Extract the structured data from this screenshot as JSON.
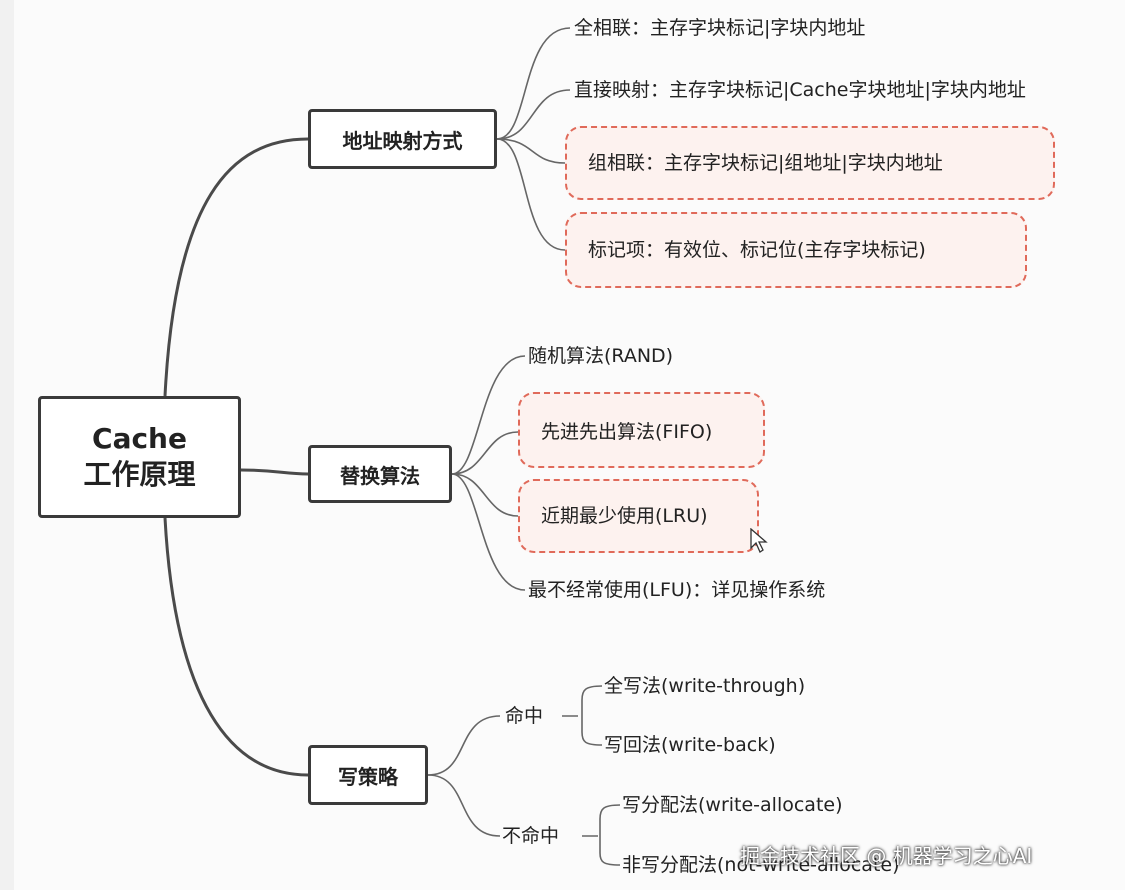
{
  "root": {
    "line1": "Cache",
    "line2": "工作原理"
  },
  "branches": {
    "mapping": {
      "label": "地址映射方式",
      "items": [
        "全相联：主存字块标记|字块内地址",
        "直接映射：主存字块标记|Cache字块地址|字块内地址",
        "组相联：主存字块标记|组地址|字块内地址",
        "标记项：有效位、标记位(主存字块标记)"
      ]
    },
    "replacement": {
      "label": "替换算法",
      "items": [
        "随机算法(RAND)",
        "先进先出算法(FIFO)",
        "近期最少使用(LRU)",
        "最不经常使用(LFU)：详见操作系统"
      ]
    },
    "write": {
      "label": "写策略",
      "hit": {
        "label": "命中",
        "items": [
          "全写法(write-through)",
          "写回法(write-back)"
        ]
      },
      "miss": {
        "label": "不命中",
        "items": [
          "写分配法(write-allocate)",
          "非写分配法(not-write-allocate)"
        ]
      }
    }
  },
  "watermark": "掘金技术社区 @ 机器学习之心AI",
  "colors": {
    "highlight_border": "#e06a5a",
    "highlight_fill": "#fdf2ef",
    "line": "#4a4a4a"
  }
}
